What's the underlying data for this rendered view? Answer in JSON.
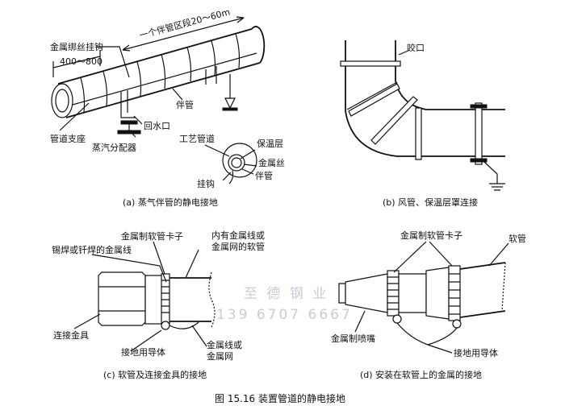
{
  "figure_caption": "图 15.16  装置管道的静电接地",
  "watermark": {
    "line1": "至 德 钢 业",
    "line2": "139 6707 6667"
  },
  "panels": {
    "a": {
      "caption": "(a) 蒸气伴管的静电接地",
      "labels": {
        "hook": "金属绑丝挂钩",
        "segment": "一个伴管区段20～60m",
        "spacing": "400～800",
        "support": "管道支座",
        "return": "回水口",
        "distributor": "蒸汽分配器",
        "tracer": "伴管",
        "process_pipe": "工艺管道",
        "insulation": "保温层",
        "metal_wire": "金属丝",
        "tracer2": "伴管",
        "hook2": "挂钩"
      }
    },
    "b": {
      "caption": "(b) 风管、保温层罩连接",
      "labels": {
        "seam": "咬口"
      }
    },
    "c": {
      "caption": "(c) 软管及连接金具的接地",
      "labels": {
        "clamp": "金属制软管卡子",
        "inner": "内有金属线或",
        "inner2": "金属网的软管",
        "weld": "锡焊或钎焊的金属线",
        "fitting": "连接金具",
        "ground": "接地用导体",
        "wire": "金属线或",
        "wire2": "金属网"
      }
    },
    "d": {
      "caption": "(d) 安装在软管上的金属的接地",
      "labels": {
        "clamp": "金属制软管卡子",
        "hose": "软管",
        "nozzle": "金属制喷嘴",
        "ground": "接地用导体"
      }
    }
  }
}
